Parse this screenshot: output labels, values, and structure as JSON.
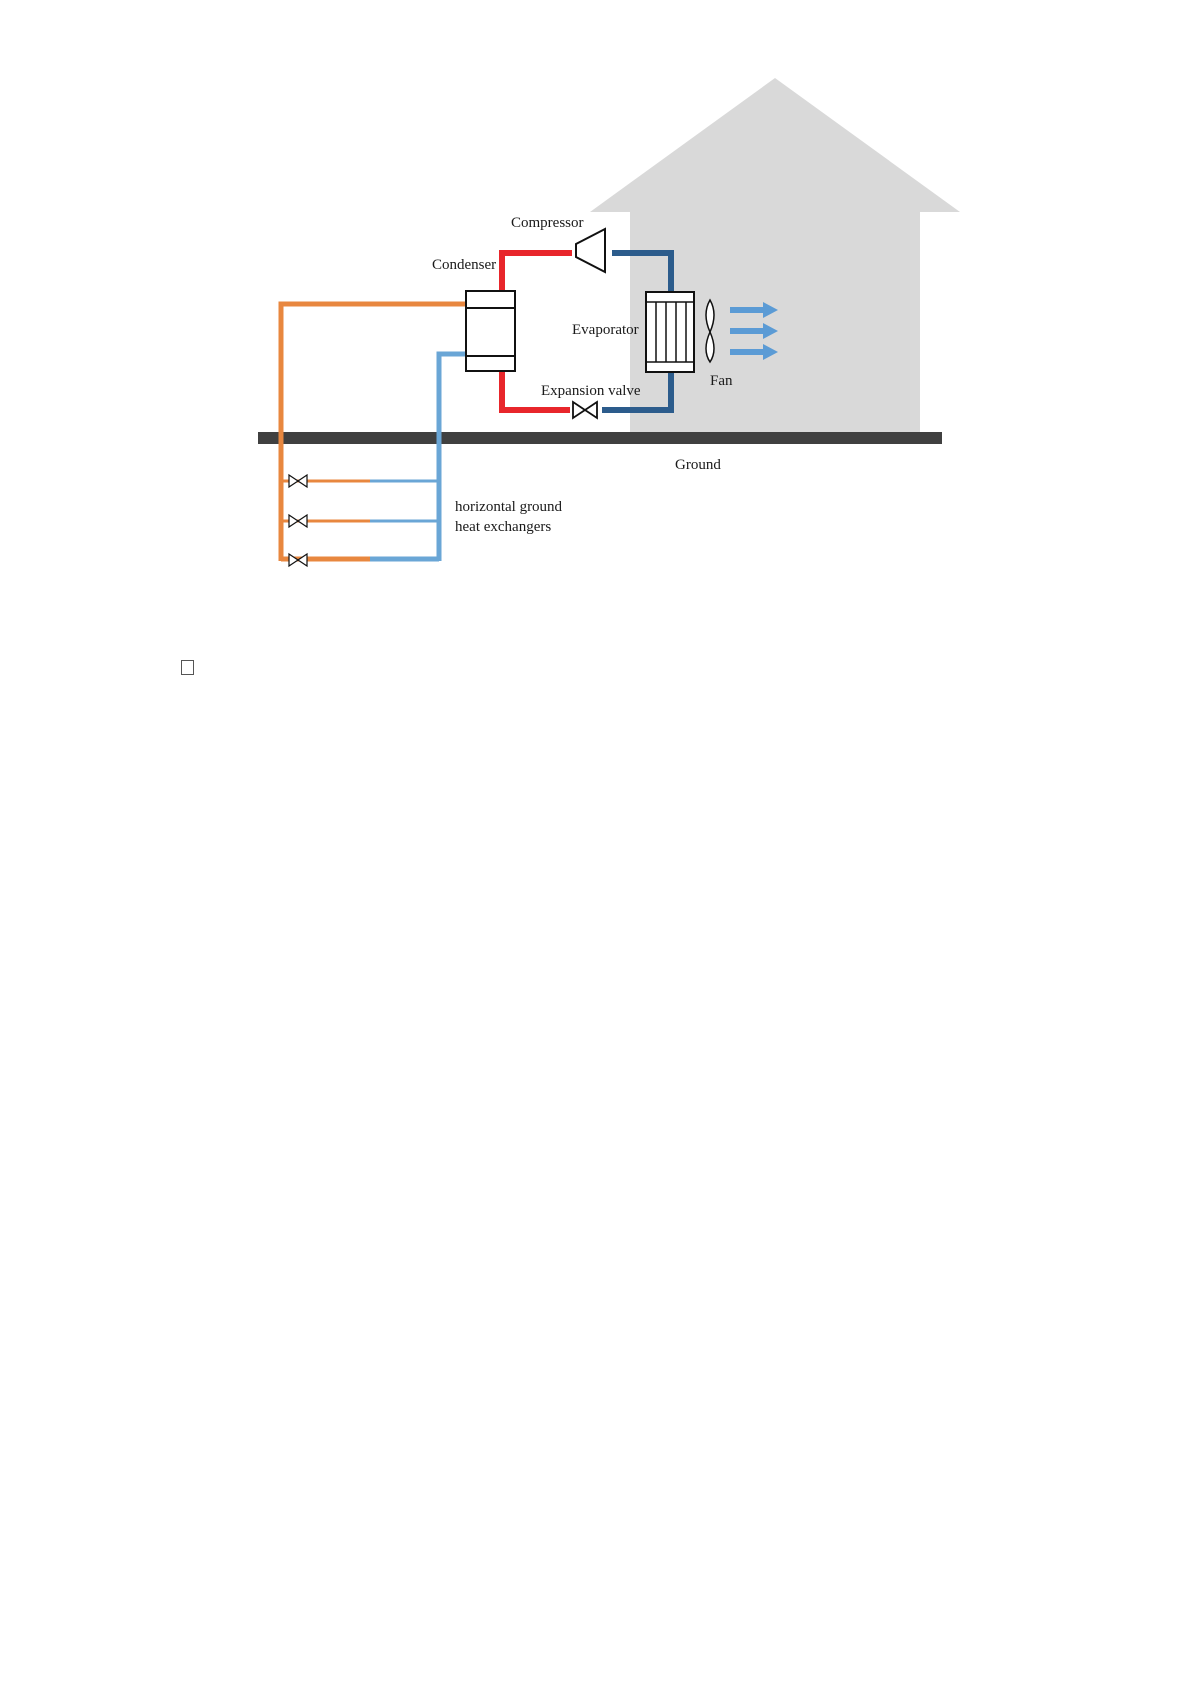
{
  "labels": {
    "compressor": "Compressor",
    "condenser": "Condenser",
    "evaporator": "Evaporator",
    "fan": "Fan",
    "expansion_valve": "Expansion valve",
    "ground": "Ground",
    "ghx_line1": "horizontal ground",
    "ghx_line2": "heat exchangers"
  },
  "colors": {
    "house": "#d9d9d9",
    "ground": "#404040",
    "hot_refrigerant": "#e8262b",
    "cold_refrigerant": "#2c5c8c",
    "ground_loop_supply": "#e8873f",
    "ground_loop_return": "#6aa6d6",
    "airflow_arrows": "#5b9bd5",
    "component_outline": "#111111"
  }
}
